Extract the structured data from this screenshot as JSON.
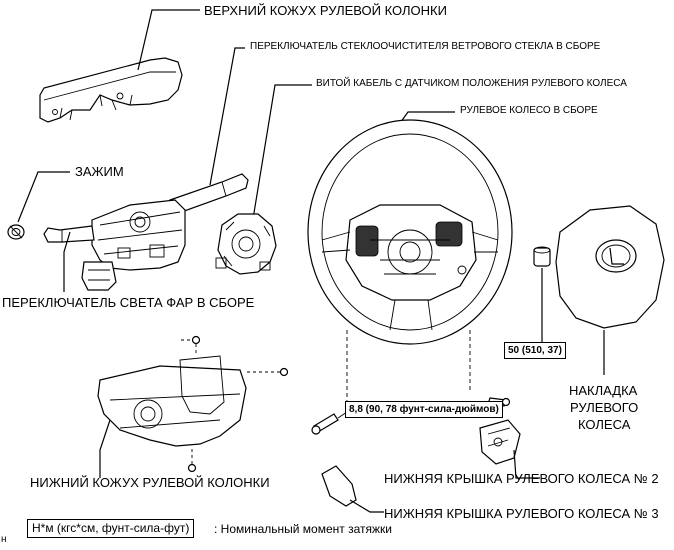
{
  "labels": {
    "upper_column_cover": "ВЕРХНИЙ КОЖУХ РУЛЕВОЙ КОЛОНКИ",
    "wiper_switch": "ПЕРЕКЛЮЧАТЕЛЬ СТЕКЛООЧИСТИТЕЛЯ ВЕТРОВОГО СТЕКЛА В СБОРЕ",
    "spiral_cable": "ВИТОЙ КАБЕЛЬ С ДАТЧИКОМ ПОЛОЖЕНИЯ РУЛЕВОГО КОЛЕСА",
    "steering_wheel": "РУЛЕВОЕ КОЛЕСО В СБОРЕ",
    "clamp": "ЗАЖИМ",
    "headlight_switch": "ПЕРЕКЛЮЧАТЕЛЬ СВЕТА ФАР В СБОРЕ",
    "wheel_pad_1": "НАКЛАДКА",
    "wheel_pad_2": "РУЛЕВОГО",
    "wheel_pad_3": "КОЛЕСА",
    "lower_column_cover": "НИЖНИЙ КОЖУХ РУЛЕВОЙ КОЛОНКИ",
    "lower_cover_2": "НИЖНЯЯ КРЫШКА РУЛЕВОГО КОЛЕСА № 2",
    "lower_cover_3": "НИЖНЯЯ КРЫШКА РУЛЕВОГО КОЛЕСА № 3"
  },
  "torque": {
    "nut": "50 (510, 37)",
    "screw": "8,8 (90, 78 фунт-сила-дюймов)"
  },
  "legend": {
    "unit_box": "Н*м (кгс*см, фунт-сила-фут)",
    "description": ": Номинальный момент затяжки",
    "corner_mark": "н"
  }
}
